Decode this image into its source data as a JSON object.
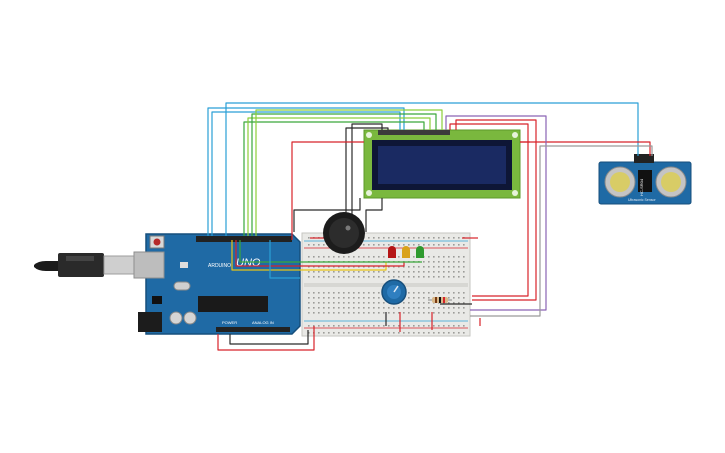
{
  "board": {
    "brand": "UNO",
    "logo_text": "ARDUINO",
    "power_label": "POWER",
    "analog_label": "ANALOG IN"
  },
  "sensor": {
    "label": "HC-SR04",
    "sublabel": "Ultrasonic Sensor"
  },
  "colors": {
    "board": "#1f6aa5",
    "board_dark": "#174f7c",
    "lcd_frame": "#7ab83e",
    "lcd_screen": "#1a2a62",
    "wire_red": "#d8232a",
    "wire_black": "#2b2b2b",
    "wire_green": "#3aa83a",
    "wire_lime": "#8ccf3a",
    "wire_blue": "#2a9fd6",
    "wire_purple": "#8a63b5",
    "wire_yellow": "#e8c417",
    "wire_gray": "#9a9a9a",
    "led_red": "#b51616",
    "led_yellow": "#d9a21a",
    "led_green": "#2e9a2e",
    "breadboard": "#e9e9e6"
  },
  "icons": {
    "usb": "usb-cable-icon",
    "buzzer": "piezo-buzzer-icon",
    "pot": "potentiometer-icon"
  }
}
